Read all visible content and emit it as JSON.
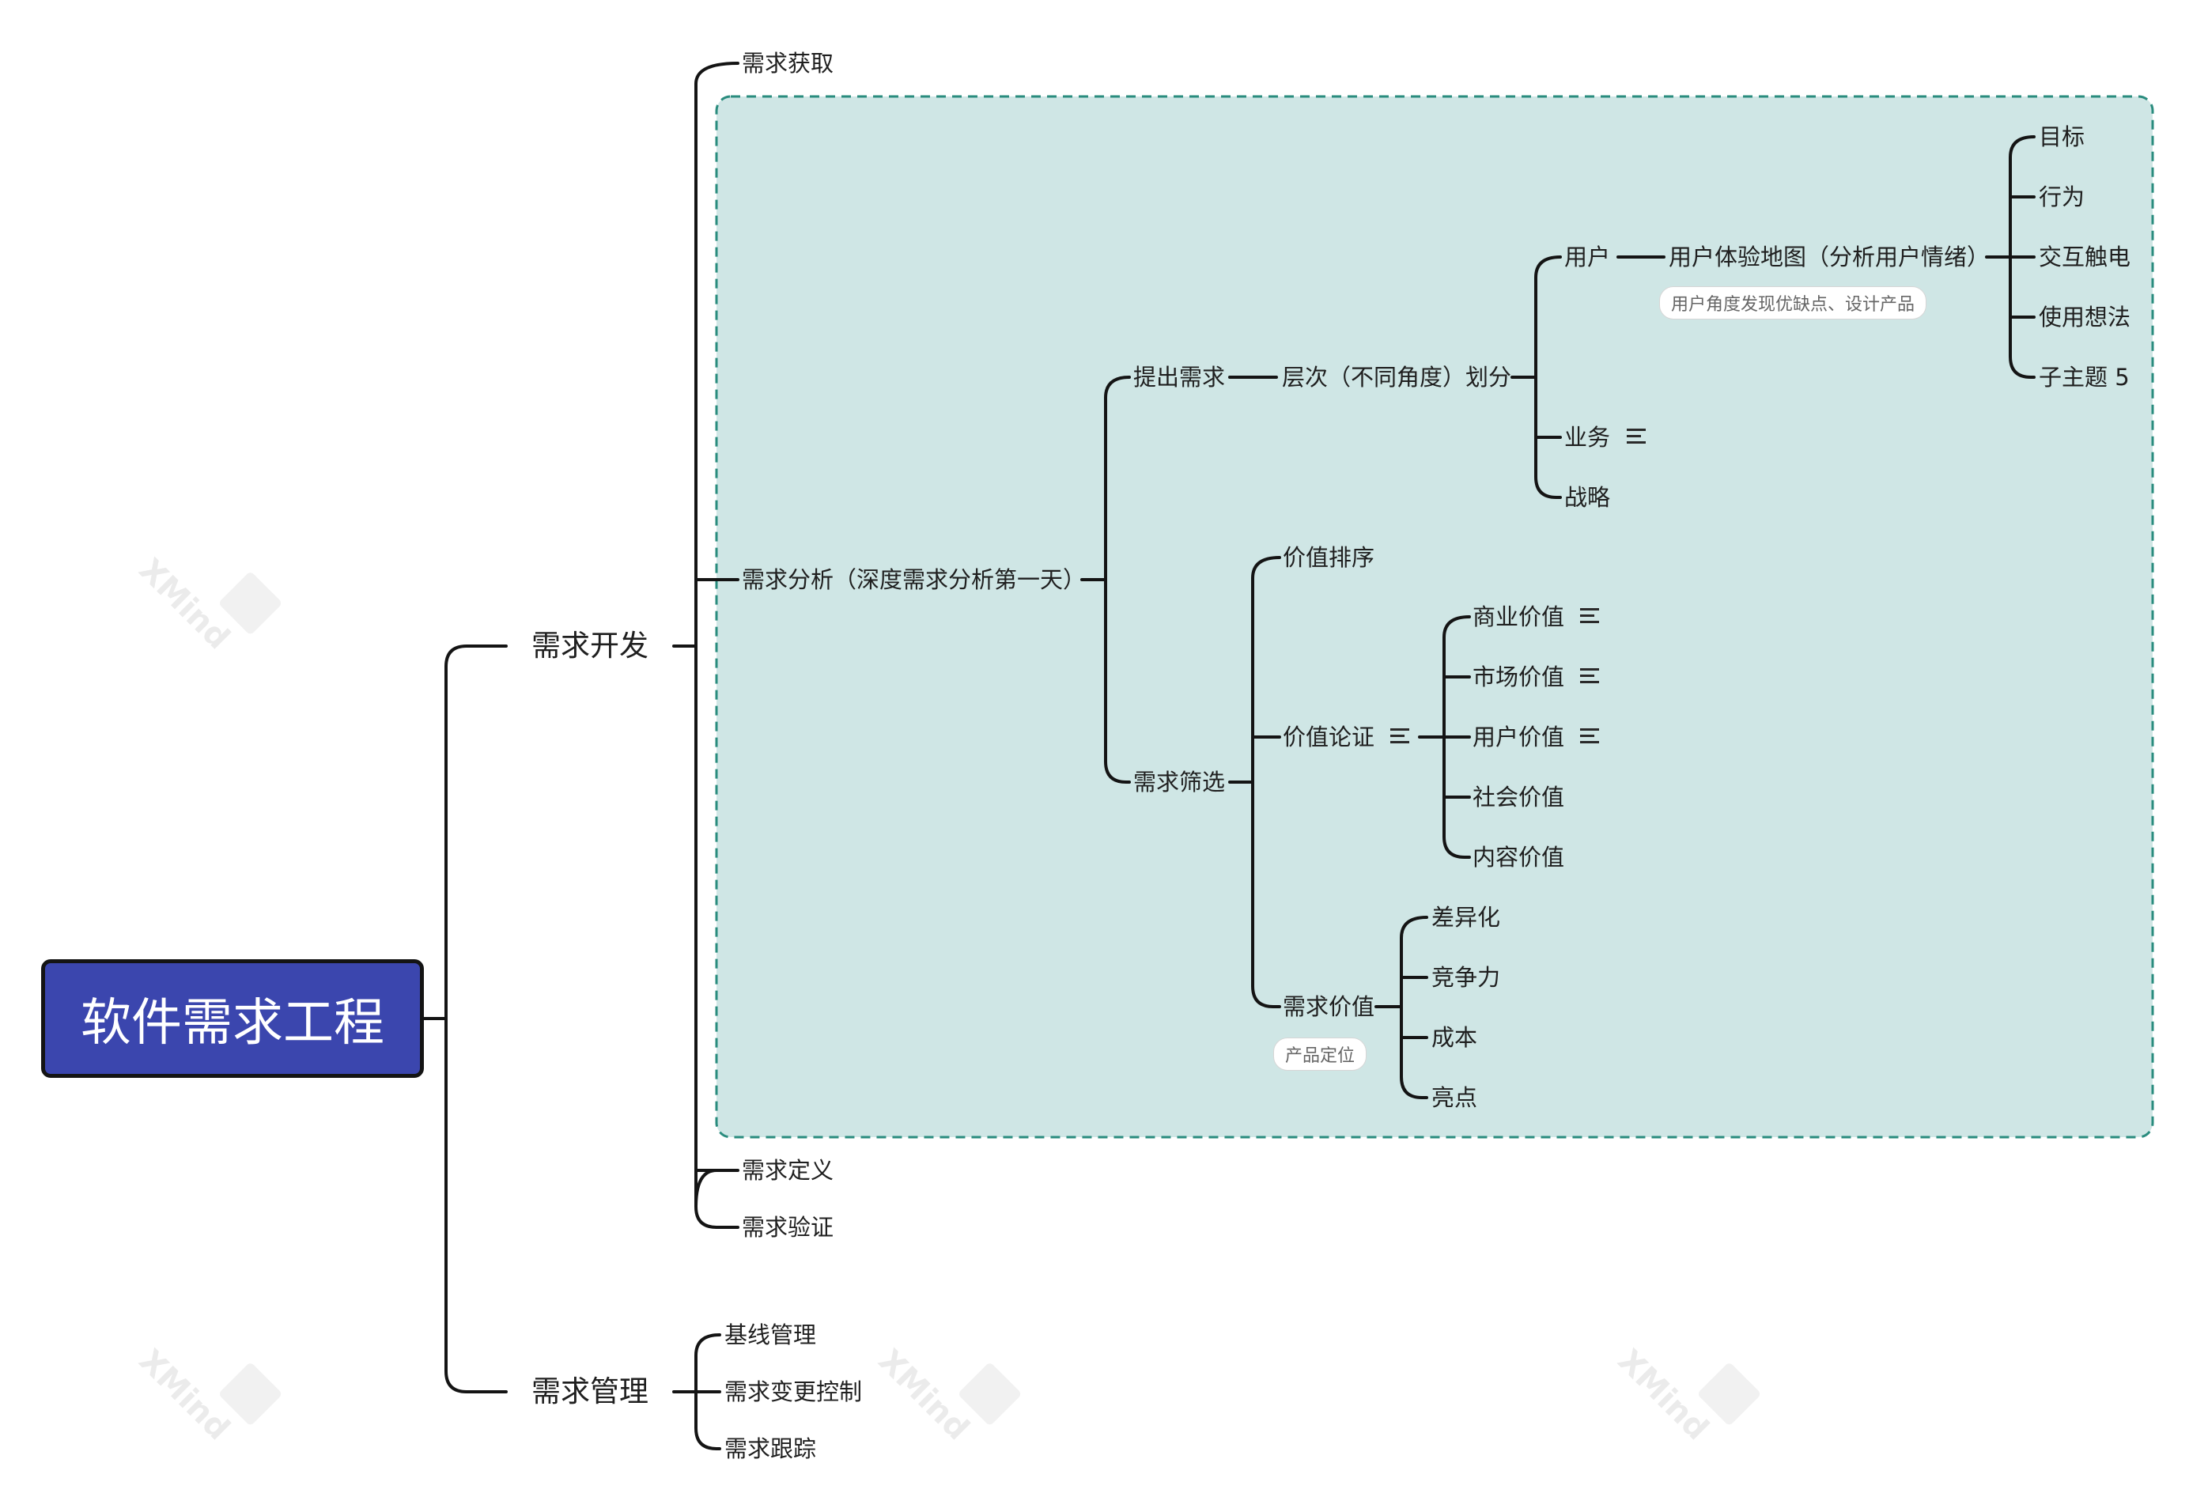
{
  "root": "软件需求工程",
  "level1": {
    "dev": "需求开发",
    "mgmt": "需求管理"
  },
  "dev_children": {
    "acquire": "需求获取",
    "analysis": "需求分析（深度需求分析第一天）",
    "definition": "需求定义",
    "verify": "需求验证"
  },
  "analysis": {
    "propose": "提出需求",
    "level_split": "层次（不同角度）划分",
    "user": "用户",
    "journey_map": "用户体验地图（分析用户情绪）",
    "journey_label": "用户角度发现优缺点、设计产品",
    "journey_children": [
      "目标",
      "行为",
      "交互触电",
      "使用想法",
      "子主题 5"
    ],
    "business": "业务",
    "strategy": "战略",
    "filter": "需求筛选",
    "value_rank": "价值排序",
    "value_proof": "价值论证",
    "proof_children": [
      "商业价值",
      "市场价值",
      "用户价值",
      "社会价值",
      "内容价值"
    ],
    "req_value": "需求价值",
    "req_value_label": "产品定位",
    "value_children": [
      "差异化",
      "竞争力",
      "成本",
      "亮点"
    ]
  },
  "mgmt_children": [
    "基线管理",
    "需求变更控制",
    "需求跟踪"
  ],
  "watermark": "XMind",
  "colors": {
    "root_fill": "#3b46ae",
    "boundary_fill": "#cfe6e5",
    "boundary_stroke": "#2a8c7e",
    "line": "#141414"
  }
}
